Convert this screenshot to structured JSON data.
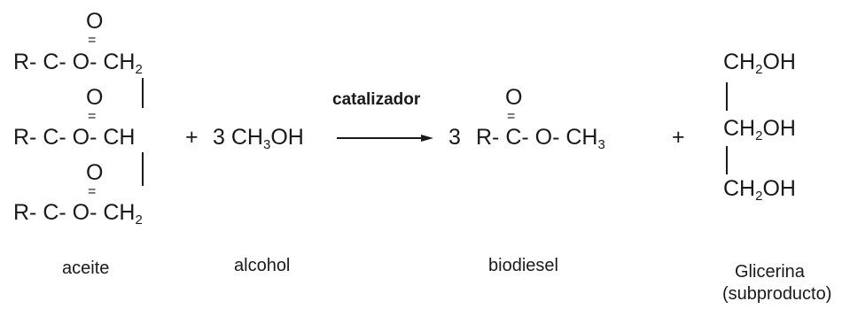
{
  "reaction": {
    "atom_o": "O",
    "atom_c": "C",
    "bond_double": "=",
    "triglyceride": {
      "row1_prefix": "R- C- O- CH",
      "row2_prefix": "R- C- O- CH",
      "row3_prefix": "R- C- O- CH",
      "sub2": "2"
    },
    "plus": "+",
    "methanol": {
      "coeff_text": "3 CH",
      "sub3": "3",
      "suffix": "OH"
    },
    "catalyst": "catalizador",
    "biodiesel": {
      "coeff": "3",
      "formula_prefix": "R- C- O- CH",
      "sub3": "3"
    },
    "glycerol": {
      "group_prefix": "CH",
      "sub2": "2",
      "group_suffix": "OH"
    }
  },
  "labels": {
    "aceite": "aceite",
    "alcohol": "alcohol",
    "biodiesel": "biodiesel",
    "glicerina": "Glicerina",
    "subproducto": "(subproducto)"
  }
}
